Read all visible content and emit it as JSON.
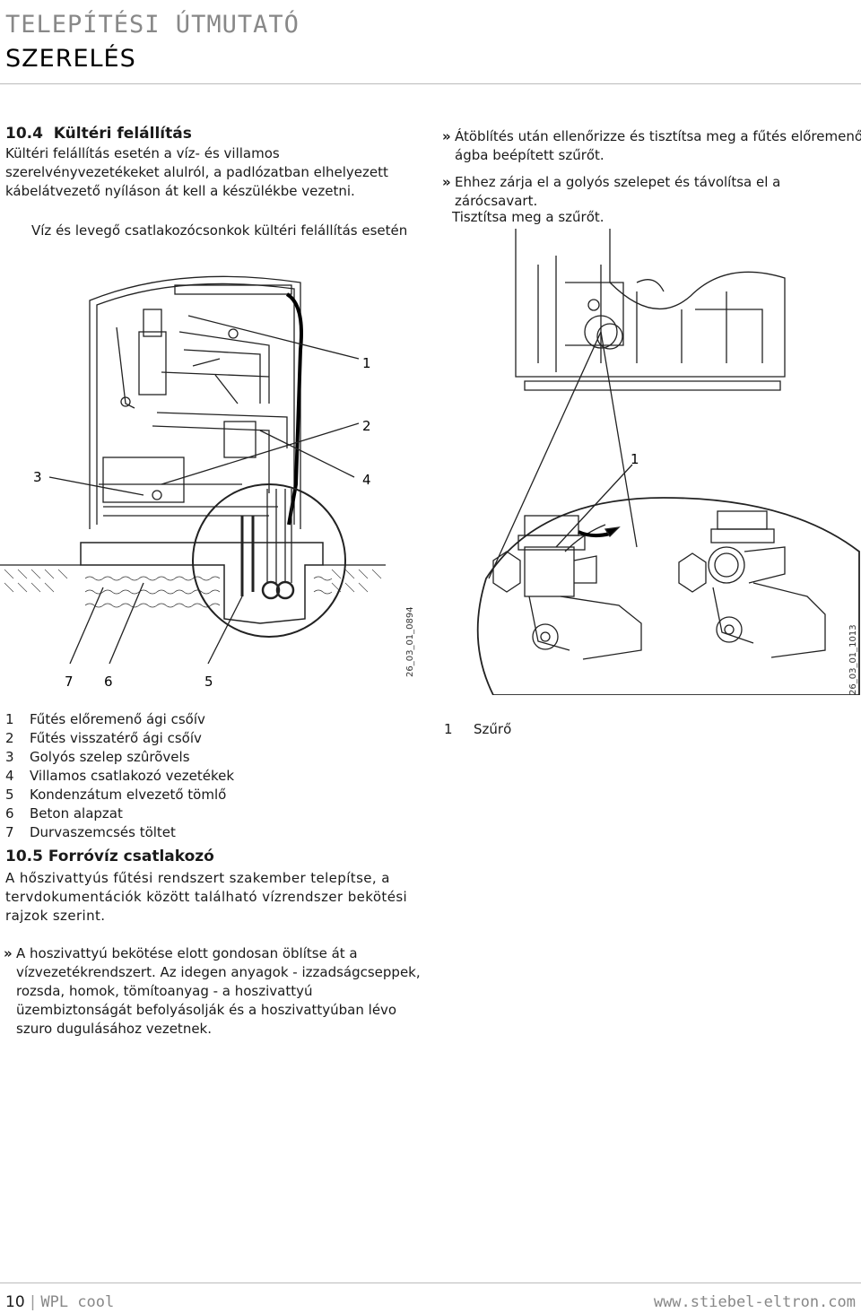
{
  "header": {
    "line1": "TELEPÍTÉSI ÚTMUTATÓ",
    "line2": "SZERELÉS"
  },
  "section_10_4": {
    "number": "10.4",
    "title": "Kültéri felállítás",
    "body": "Kültéri felállítás esetén a víz- és villamos szerelvényvezetékeket alulról, a padlózatban elhelyezett kábelátvezető nyíláson át kell a készülékbe vezetni.",
    "figure_caption": "Víz és levegő csatlakozócsonkok kültéri felállítás esetén"
  },
  "right_column": {
    "bullets": [
      "Átöblítés után ellenőrizze és tisztítsa meg a fűtés előremenő ágba beépített szűrőt.",
      "Ehhez zárja el a golyós szelepet és távolítsa el a zárócsavart."
    ],
    "note": "Tisztítsa meg a szűrőt."
  },
  "figure_left": {
    "callouts": {
      "c1": "1",
      "c2": "2",
      "c3": "3",
      "c4": "4",
      "c5": "5",
      "c6": "6",
      "c7": "7"
    },
    "code": "26_03_01_0894"
  },
  "figure_right": {
    "callouts": {
      "c1": "1"
    },
    "code": "26_03_01_1013"
  },
  "legend_left": [
    {
      "n": "1",
      "text": "Fűtés előremenő ági csőív"
    },
    {
      "n": "2",
      "text": "Fűtés visszatérő ági csőív"
    },
    {
      "n": "3",
      "text": "Golyós szelep szûrõvels"
    },
    {
      "n": "4",
      "text": "Villamos csatlakozó vezetékek"
    },
    {
      "n": "5",
      "text": "Kondenzátum elvezető tömlő"
    },
    {
      "n": "6",
      "text": "Beton alapzat"
    },
    {
      "n": "7",
      "text": "Durvaszemcsés töltet"
    }
  ],
  "legend_right": [
    {
      "n": "1",
      "text": "Szűrő"
    }
  ],
  "section_10_5": {
    "number": "10.5",
    "title": "Forróvíz csatlakozó",
    "body": "A hőszivattyús fűtési rendszert szakember telepítse, a tervdokumentációk között található vízrendszer bekötési rajzok szerint.",
    "bullet": "A hoszivattyú bekötése elott gondosan öblítse át a vízvezetékrendszert. Az idegen anyagok - izzadságcseppek, rozsda, homok, tömítoanyag - a hoszivattyú üzembiztonságát befolyásolják és a hoszivattyúban lévo szuro dugulásához vezetnek."
  },
  "footer": {
    "page": "10",
    "product": "WPL cool",
    "url": "www.stiebel-eltron.com"
  }
}
